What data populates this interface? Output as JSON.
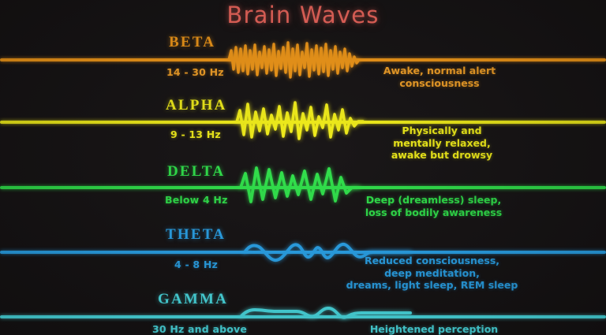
{
  "title": "Brain Waves",
  "colors": {
    "background": "#161314",
    "title": "#f4685e",
    "beta": "#f59a18",
    "alpha": "#f2ee18",
    "delta": "#2fe34a",
    "theta": "#2aa7f0",
    "gamma": "#4de8ef"
  },
  "bands": [
    {
      "name": "BETA",
      "frequency": "14 - 30 Hz",
      "description": "Awake, normal alert\nconsciousness",
      "color": "#f59a18"
    },
    {
      "name": "ALPHA",
      "frequency": "9 - 13 Hz",
      "description": "Physically and\nmentally relaxed,\nawake but drowsy",
      "color": "#f2ee18"
    },
    {
      "name": "DELTA",
      "frequency": "Below 4 Hz",
      "description": "Deep (dreamless) sleep,\nloss of bodily awareness",
      "color": "#2fe34a"
    },
    {
      "name": "THETA",
      "frequency": "4 - 8 Hz",
      "description": "Reduced consciousness,\ndeep meditation,\ndreams, light sleep, REM sleep",
      "color": "#2aa7f0"
    },
    {
      "name": "GAMMA",
      "frequency": "30 Hz and above",
      "description": "Heightened perception",
      "color": "#4de8ef"
    }
  ],
  "chart_data": {
    "type": "line",
    "title": "Brain Waves",
    "series": [
      {
        "name": "BETA",
        "frequency_hz": "14 - 30",
        "relative_frequency": 22,
        "relative_amplitude": 20
      },
      {
        "name": "ALPHA",
        "frequency_hz": "9 - 13",
        "relative_frequency": 15,
        "relative_amplitude": 24
      },
      {
        "name": "DELTA",
        "frequency_hz": "Below 4",
        "relative_frequency": 8,
        "relative_amplitude": 27
      },
      {
        "name": "THETA",
        "frequency_hz": "4 - 8",
        "relative_frequency": 10,
        "relative_amplitude": 9
      },
      {
        "name": "GAMMA",
        "frequency_hz": "30+",
        "relative_frequency": 12,
        "relative_amplitude": 5
      }
    ]
  }
}
